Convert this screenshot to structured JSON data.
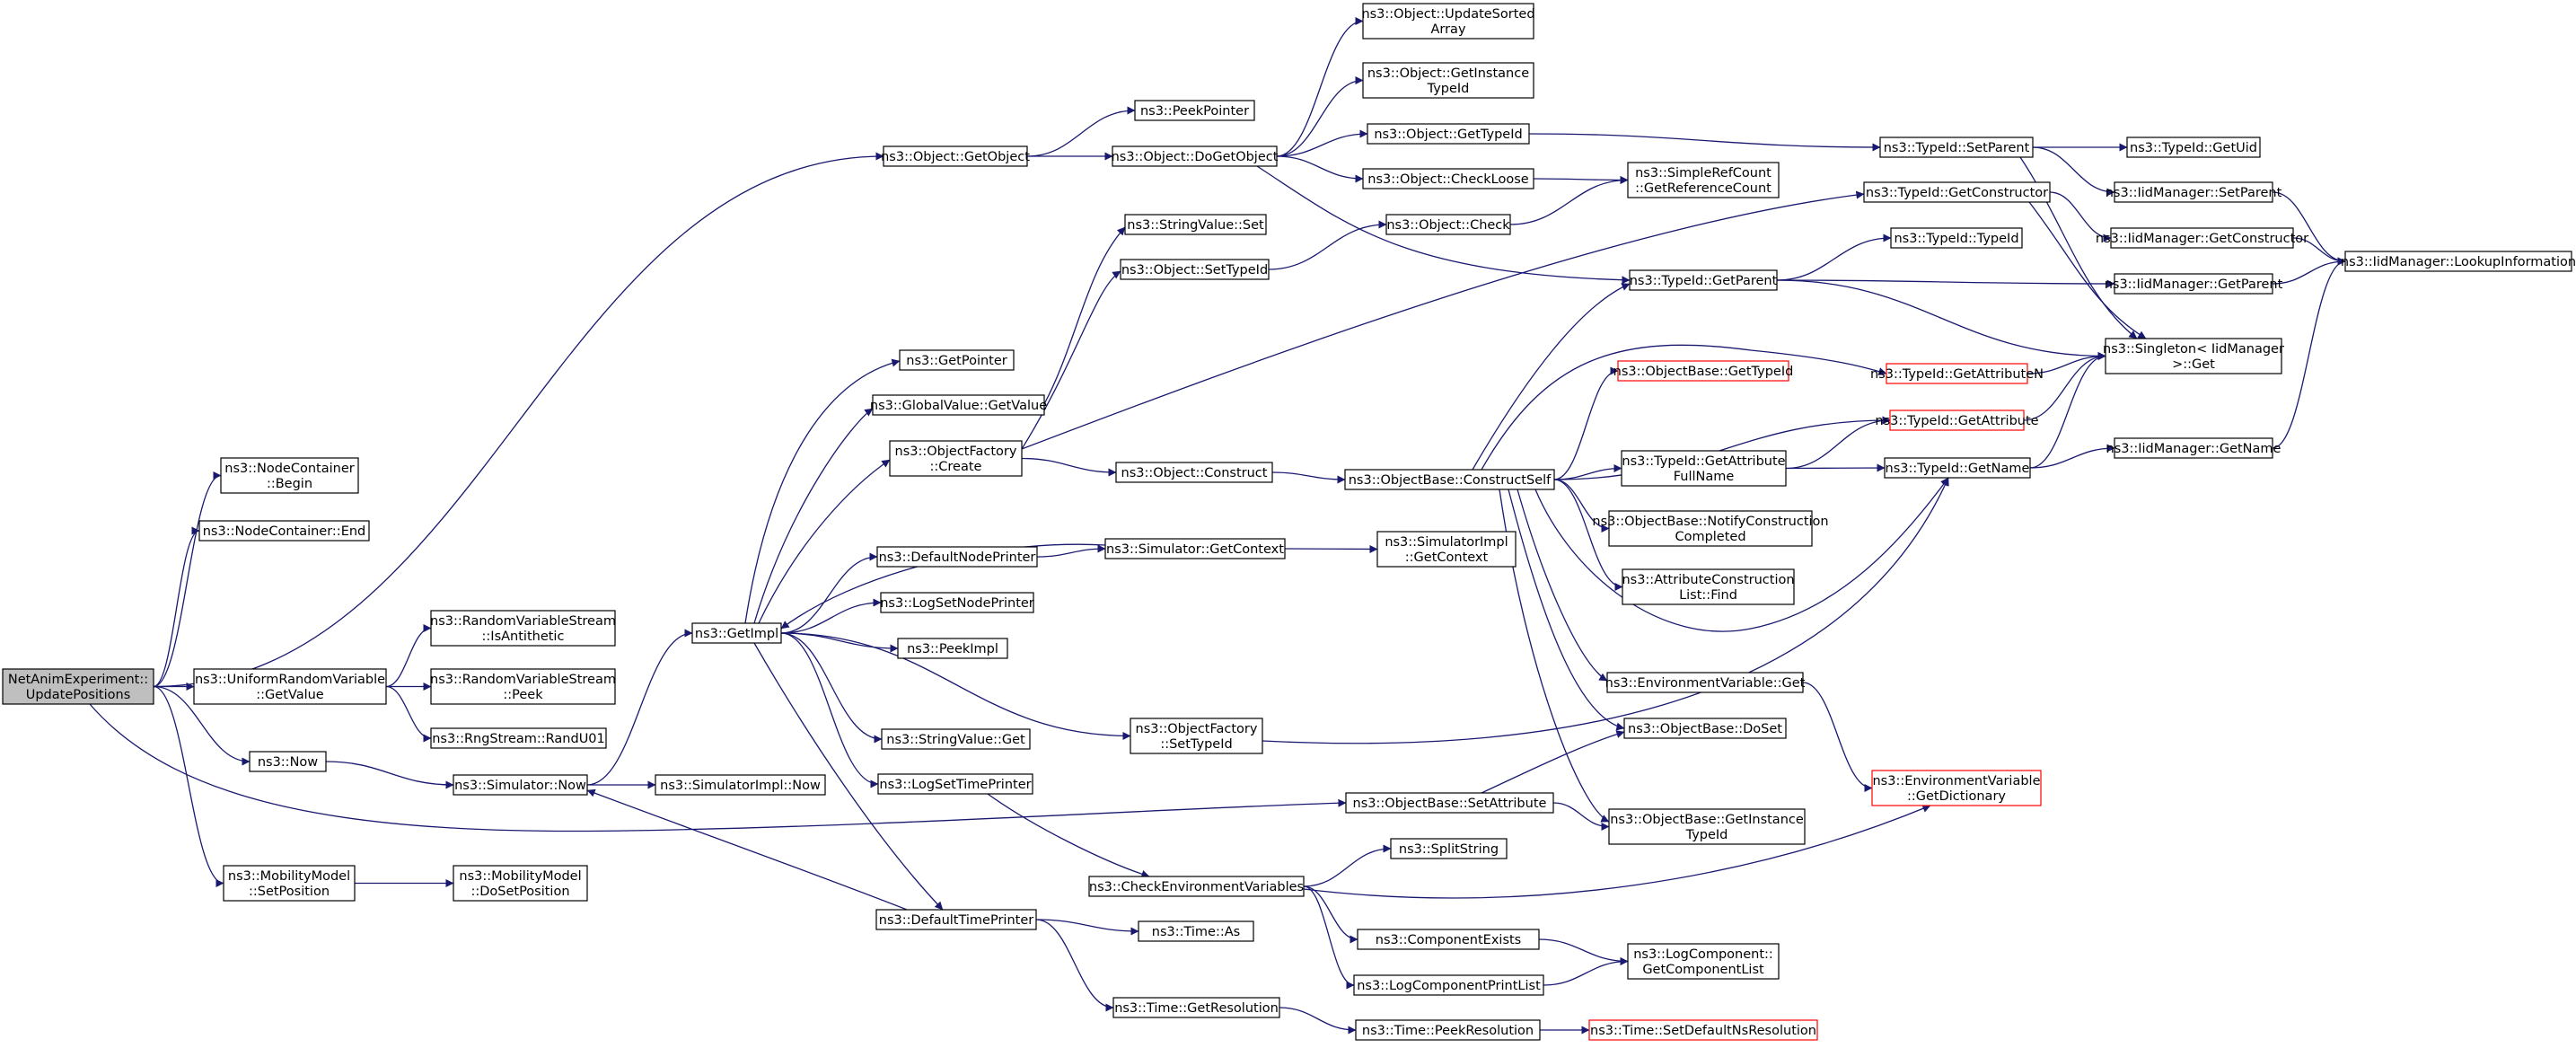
{
  "graph": {
    "colors": {
      "edge": "#191970",
      "node_border": "#000000",
      "node_fill": "#ffffff",
      "root_fill": "#bfbfbf",
      "truncated_border": "#ff0000"
    },
    "nodes": [
      {
        "id": "root",
        "lines": [
          "NetAnimExperiment::",
          "UpdatePositions"
        ],
        "root": true
      },
      {
        "id": "nc_begin",
        "lines": [
          "ns3::NodeContainer",
          "::Begin"
        ]
      },
      {
        "id": "nc_end",
        "lines": [
          "ns3::NodeContainer::End"
        ]
      },
      {
        "id": "obj_getobject",
        "lines": [
          "ns3::Object::GetObject"
        ]
      },
      {
        "id": "urv_getvalue",
        "lines": [
          "ns3::UniformRandomVariable",
          "::GetValue"
        ]
      },
      {
        "id": "now",
        "lines": [
          "ns3::Now"
        ]
      },
      {
        "id": "mm_setpos",
        "lines": [
          "ns3::MobilityModel",
          "::SetPosition"
        ]
      },
      {
        "id": "rvs_isanti",
        "lines": [
          "ns3::RandomVariableStream",
          "::IsAntithetic"
        ]
      },
      {
        "id": "rvs_peek",
        "lines": [
          "ns3::RandomVariableStream",
          "::Peek"
        ]
      },
      {
        "id": "rng_randu01",
        "lines": [
          "ns3::RngStream::RandU01"
        ]
      },
      {
        "id": "sim_now",
        "lines": [
          "ns3::Simulator::Now"
        ]
      },
      {
        "id": "mm_dosetpos",
        "lines": [
          "ns3::MobilityModel",
          "::DoSetPosition"
        ]
      },
      {
        "id": "getimpl",
        "lines": [
          "ns3::GetImpl"
        ]
      },
      {
        "id": "simimpl_now",
        "lines": [
          "ns3::SimulatorImpl::Now"
        ]
      },
      {
        "id": "getpointer",
        "lines": [
          "ns3::GetPointer"
        ]
      },
      {
        "id": "gv_getvalue",
        "lines": [
          "ns3::GlobalValue::GetValue"
        ]
      },
      {
        "id": "of_create",
        "lines": [
          "ns3::ObjectFactory",
          "::Create"
        ]
      },
      {
        "id": "defnodeprinter",
        "lines": [
          "ns3::DefaultNodePrinter"
        ]
      },
      {
        "id": "logsetnodeprinter",
        "lines": [
          "ns3::LogSetNodePrinter"
        ]
      },
      {
        "id": "peekimpl",
        "lines": [
          "ns3::PeekImpl"
        ]
      },
      {
        "id": "sv_get",
        "lines": [
          "ns3::StringValue::Get"
        ]
      },
      {
        "id": "logsettimeprinter",
        "lines": [
          "ns3::LogSetTimePrinter"
        ]
      },
      {
        "id": "deftimeprinter",
        "lines": [
          "ns3::DefaultTimePrinter"
        ]
      },
      {
        "id": "peekpointer",
        "lines": [
          "ns3::PeekPointer"
        ]
      },
      {
        "id": "obj_dogetobject",
        "lines": [
          "ns3::Object::DoGetObject"
        ]
      },
      {
        "id": "sv_set",
        "lines": [
          "ns3::StringValue::Set"
        ]
      },
      {
        "id": "obj_settypeid",
        "lines": [
          "ns3::Object::SetTypeId"
        ]
      },
      {
        "id": "obj_construct",
        "lines": [
          "ns3::Object::Construct"
        ]
      },
      {
        "id": "sim_getcontext",
        "lines": [
          "ns3::Simulator::GetContext"
        ]
      },
      {
        "id": "of_settypeid",
        "lines": [
          "ns3::ObjectFactory",
          "::SetTypeId"
        ]
      },
      {
        "id": "checkenv",
        "lines": [
          "ns3::CheckEnvironmentVariables"
        ]
      },
      {
        "id": "time_as",
        "lines": [
          "ns3::Time::As"
        ]
      },
      {
        "id": "time_getres",
        "lines": [
          "ns3::Time::GetResolution"
        ]
      },
      {
        "id": "obj_updatesorted",
        "lines": [
          "ns3::Object::UpdateSorted",
          "Array"
        ]
      },
      {
        "id": "obj_getinstancetid",
        "lines": [
          "ns3::Object::GetInstance",
          "TypeId"
        ]
      },
      {
        "id": "obj_gettypeid",
        "lines": [
          "ns3::Object::GetTypeId"
        ]
      },
      {
        "id": "obj_checkloose",
        "lines": [
          "ns3::Object::CheckLoose"
        ]
      },
      {
        "id": "obj_check",
        "lines": [
          "ns3::Object::Check"
        ]
      },
      {
        "id": "simimpl_getcontext",
        "lines": [
          "ns3::SimulatorImpl",
          "::GetContext"
        ]
      },
      {
        "id": "ob_constructself",
        "lines": [
          "ns3::ObjectBase::ConstructSelf"
        ]
      },
      {
        "id": "ob_setattribute",
        "lines": [
          "ns3::ObjectBase::SetAttribute"
        ]
      },
      {
        "id": "splitstring",
        "lines": [
          "ns3::SplitString"
        ]
      },
      {
        "id": "componentexists",
        "lines": [
          "ns3::ComponentExists"
        ]
      },
      {
        "id": "logcompprintlist",
        "lines": [
          "ns3::LogComponentPrintList"
        ]
      },
      {
        "id": "time_peekres",
        "lines": [
          "ns3::Time::PeekResolution"
        ]
      },
      {
        "id": "src_getrefcount",
        "lines": [
          "ns3::SimpleRefCount",
          "::GetReferenceCount"
        ]
      },
      {
        "id": "tid_getparent",
        "lines": [
          "ns3::TypeId::GetParent"
        ]
      },
      {
        "id": "ob_gettypeid",
        "lines": [
          "ns3::ObjectBase::GetTypeId"
        ],
        "truncated": true
      },
      {
        "id": "tid_getattrfullname",
        "lines": [
          "ns3::TypeId::GetAttribute",
          "FullName"
        ]
      },
      {
        "id": "ob_notifyconstruction",
        "lines": [
          "ns3::ObjectBase::NotifyConstruction",
          "Completed"
        ]
      },
      {
        "id": "acl_find",
        "lines": [
          "ns3::AttributeConstruction",
          "List::Find"
        ]
      },
      {
        "id": "env_get",
        "lines": [
          "ns3::EnvironmentVariable::Get"
        ]
      },
      {
        "id": "ob_doset",
        "lines": [
          "ns3::ObjectBase::DoSet"
        ]
      },
      {
        "id": "ob_getinstancetid",
        "lines": [
          "ns3::ObjectBase::GetInstance",
          "TypeId"
        ]
      },
      {
        "id": "lc_getcomplist",
        "lines": [
          "ns3::LogComponent::",
          "GetComponentList"
        ]
      },
      {
        "id": "time_setdefns",
        "lines": [
          "ns3::Time::SetDefaultNsResolution"
        ],
        "truncated": true
      },
      {
        "id": "tid_setparent",
        "lines": [
          "ns3::TypeId::SetParent"
        ]
      },
      {
        "id": "tid_getconstructor",
        "lines": [
          "ns3::TypeId::GetConstructor"
        ]
      },
      {
        "id": "tid_typeid",
        "lines": [
          "ns3::TypeId::TypeId"
        ]
      },
      {
        "id": "tid_getattributen",
        "lines": [
          "ns3::TypeId::GetAttributeN"
        ],
        "truncated": true
      },
      {
        "id": "tid_getattribute",
        "lines": [
          "ns3::TypeId::GetAttribute"
        ],
        "truncated": true
      },
      {
        "id": "tid_getname",
        "lines": [
          "ns3::TypeId::GetName"
        ]
      },
      {
        "id": "env_getdict",
        "lines": [
          "ns3::EnvironmentVariable",
          "::GetDictionary"
        ],
        "truncated": true
      },
      {
        "id": "tid_getuid",
        "lines": [
          "ns3::TypeId::GetUid"
        ]
      },
      {
        "id": "iid_setparent",
        "lines": [
          "ns3::IidManager::SetParent"
        ]
      },
      {
        "id": "iid_getconstructor",
        "lines": [
          "ns3::IidManager::GetConstructor"
        ]
      },
      {
        "id": "iid_getparent",
        "lines": [
          "ns3::IidManager::GetParent"
        ]
      },
      {
        "id": "singleton_get",
        "lines": [
          "ns3::Singleton< IidManager",
          " >::Get"
        ]
      },
      {
        "id": "iid_getname",
        "lines": [
          "ns3::IidManager::GetName"
        ]
      },
      {
        "id": "iid_lookup",
        "lines": [
          "ns3::IidManager::LookupInformation"
        ]
      }
    ],
    "edges": [
      [
        "root",
        "nc_begin"
      ],
      [
        "root",
        "nc_end"
      ],
      [
        "root",
        "obj_getobject"
      ],
      [
        "root",
        "urv_getvalue"
      ],
      [
        "root",
        "now"
      ],
      [
        "root",
        "mm_setpos"
      ],
      [
        "root",
        "ob_setattribute"
      ],
      [
        "urv_getvalue",
        "rvs_isanti"
      ],
      [
        "urv_getvalue",
        "rvs_peek"
      ],
      [
        "urv_getvalue",
        "rng_randu01"
      ],
      [
        "now",
        "sim_now"
      ],
      [
        "mm_setpos",
        "mm_dosetpos"
      ],
      [
        "sim_now",
        "getimpl"
      ],
      [
        "sim_now",
        "simimpl_now"
      ],
      [
        "obj_getobject",
        "peekpointer"
      ],
      [
        "obj_getobject",
        "obj_dogetobject"
      ],
      [
        "getimpl",
        "getpointer"
      ],
      [
        "getimpl",
        "gv_getvalue"
      ],
      [
        "getimpl",
        "of_create"
      ],
      [
        "getimpl",
        "defnodeprinter"
      ],
      [
        "getimpl",
        "logsetnodeprinter"
      ],
      [
        "getimpl",
        "peekimpl"
      ],
      [
        "getimpl",
        "sv_get"
      ],
      [
        "getimpl",
        "logsettimeprinter"
      ],
      [
        "getimpl",
        "deftimeprinter"
      ],
      [
        "getimpl",
        "of_settypeid"
      ],
      [
        "gv_getvalue",
        "sv_set"
      ],
      [
        "of_create",
        "obj_settypeid"
      ],
      [
        "of_create",
        "obj_construct"
      ],
      [
        "of_create",
        "tid_getconstructor"
      ],
      [
        "defnodeprinter",
        "sim_getcontext"
      ],
      [
        "sim_getcontext",
        "getimpl"
      ],
      [
        "sim_getcontext",
        "simimpl_getcontext"
      ],
      [
        "logsettimeprinter",
        "checkenv"
      ],
      [
        "deftimeprinter",
        "sim_now"
      ],
      [
        "deftimeprinter",
        "time_as"
      ],
      [
        "deftimeprinter",
        "time_getres"
      ],
      [
        "obj_dogetobject",
        "obj_updatesorted"
      ],
      [
        "obj_dogetobject",
        "obj_getinstancetid"
      ],
      [
        "obj_dogetobject",
        "obj_gettypeid"
      ],
      [
        "obj_dogetobject",
        "obj_checkloose"
      ],
      [
        "obj_dogetobject",
        "tid_getparent"
      ],
      [
        "obj_settypeid",
        "obj_check"
      ],
      [
        "obj_check",
        "src_getrefcount"
      ],
      [
        "obj_checkloose",
        "src_getrefcount"
      ],
      [
        "obj_gettypeid",
        "tid_setparent"
      ],
      [
        "obj_construct",
        "ob_constructself"
      ],
      [
        "of_settypeid",
        "tid_getname"
      ],
      [
        "checkenv",
        "splitstring"
      ],
      [
        "checkenv",
        "componentexists"
      ],
      [
        "checkenv",
        "logcompprintlist"
      ],
      [
        "checkenv",
        "env_getdict"
      ],
      [
        "componentexists",
        "lc_getcomplist"
      ],
      [
        "logcompprintlist",
        "lc_getcomplist"
      ],
      [
        "time_getres",
        "time_peekres"
      ],
      [
        "time_peekres",
        "time_setdefns"
      ],
      [
        "ob_setattribute",
        "ob_doset"
      ],
      [
        "ob_setattribute",
        "ob_getinstancetid"
      ],
      [
        "ob_constructself",
        "tid_getparent"
      ],
      [
        "ob_constructself",
        "tid_getattributen"
      ],
      [
        "ob_constructself",
        "ob_gettypeid"
      ],
      [
        "ob_constructself",
        "tid_getattribute"
      ],
      [
        "ob_constructself",
        "tid_getattrfullname"
      ],
      [
        "ob_constructself",
        "ob_notifyconstruction"
      ],
      [
        "ob_constructself",
        "acl_find"
      ],
      [
        "ob_constructself",
        "tid_getname"
      ],
      [
        "ob_constructself",
        "env_get"
      ],
      [
        "ob_constructself",
        "ob_doset"
      ],
      [
        "ob_constructself",
        "ob_getinstancetid"
      ],
      [
        "env_get",
        "env_getdict"
      ],
      [
        "tid_getattrfullname",
        "tid_getattribute"
      ],
      [
        "tid_getattrfullname",
        "tid_getname"
      ],
      [
        "tid_getparent",
        "tid_typeid"
      ],
      [
        "tid_getparent",
        "iid_getparent"
      ],
      [
        "tid_getparent",
        "singleton_get"
      ],
      [
        "tid_setparent",
        "tid_getuid"
      ],
      [
        "tid_setparent",
        "iid_setparent"
      ],
      [
        "tid_setparent",
        "singleton_get"
      ],
      [
        "tid_getconstructor",
        "iid_getconstructor"
      ],
      [
        "tid_getconstructor",
        "singleton_get"
      ],
      [
        "tid_getattributen",
        "singleton_get"
      ],
      [
        "tid_getattribute",
        "singleton_get"
      ],
      [
        "tid_getname",
        "singleton_get"
      ],
      [
        "tid_getname",
        "iid_getname"
      ],
      [
        "iid_setparent",
        "iid_lookup"
      ],
      [
        "iid_getconstructor",
        "iid_lookup"
      ],
      [
        "iid_getparent",
        "iid_lookup"
      ],
      [
        "iid_getname",
        "iid_lookup"
      ]
    ]
  }
}
